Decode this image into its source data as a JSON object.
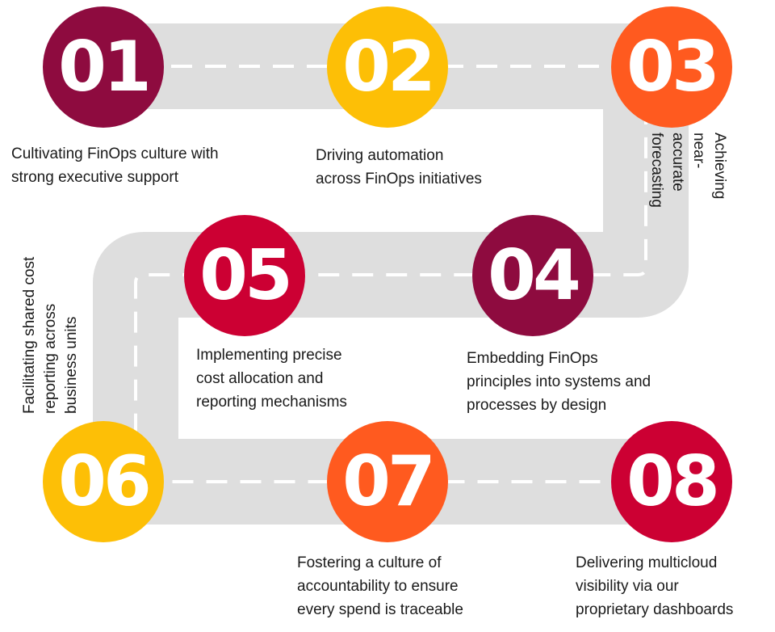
{
  "colors": {
    "road": "#dedede",
    "dash": "#ffffff",
    "burgundy": "#8e0b3f",
    "yellow": "#fdbf06",
    "orange": "#ff5a1f",
    "red": "#cc0033"
  },
  "steps": [
    {
      "number": "01",
      "color": "#8e0b3f",
      "text": "Cultivating FinOps culture with\nstrong executive support"
    },
    {
      "number": "02",
      "color": "#fdbf06",
      "text": "Driving automation\nacross FinOps initiatives"
    },
    {
      "number": "03",
      "color": "#ff5a1f",
      "text": "Achieving near-accurate\nforecasting"
    },
    {
      "number": "04",
      "color": "#8e0b3f",
      "text": "Embedding FinOps\nprinciples into systems and\nprocesses by design"
    },
    {
      "number": "05",
      "color": "#cc0033",
      "text": "Implementing precise\ncost allocation and\nreporting mechanisms"
    },
    {
      "number": "06",
      "color": "#fdbf06",
      "text": "Facilitating shared cost\nreporting across\nbusiness units"
    },
    {
      "number": "07",
      "color": "#ff5a1f",
      "text": "Fostering a culture of\naccountability to ensure\nevery spend is traceable"
    },
    {
      "number": "08",
      "color": "#cc0033",
      "text": "Delivering multicloud\nvisibility via our\nproprietary dashboards"
    }
  ]
}
